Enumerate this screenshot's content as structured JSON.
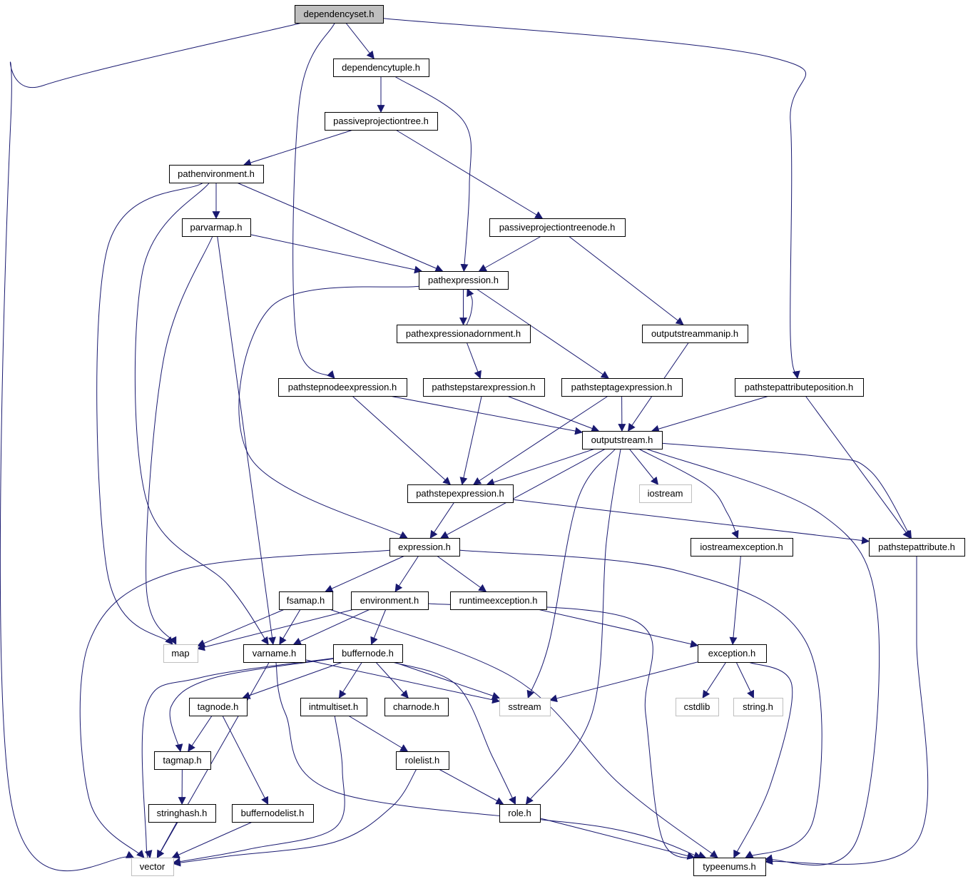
{
  "colors": {
    "edge": "#191970",
    "node_border": "#000000",
    "node_border_system": "#bfbfbf",
    "node_fill_root": "#bfbfbf",
    "node_fill": "#ffffff",
    "text": "#000000"
  },
  "nodes": [
    {
      "id": "dependencyset",
      "label": "dependencyset.h",
      "kind": "root"
    },
    {
      "id": "dependencytuple",
      "label": "dependencytuple.h",
      "kind": "header"
    },
    {
      "id": "passiveprojectiontree",
      "label": "passiveprojectiontree.h",
      "kind": "header"
    },
    {
      "id": "pathenvironment",
      "label": "pathenvironment.h",
      "kind": "header"
    },
    {
      "id": "parvarmap",
      "label": "parvarmap.h",
      "kind": "header"
    },
    {
      "id": "passiveprojectiontreenode",
      "label": "passiveprojectiontreenode.h",
      "kind": "header"
    },
    {
      "id": "pathexpression",
      "label": "pathexpression.h",
      "kind": "header"
    },
    {
      "id": "pathexpressionadornment",
      "label": "pathexpressionadornment.h",
      "kind": "header"
    },
    {
      "id": "outputstreammanip",
      "label": "outputstreammanip.h",
      "kind": "header"
    },
    {
      "id": "pathstepnodeexpression",
      "label": "pathstepnodeexpression.h",
      "kind": "header"
    },
    {
      "id": "pathstepstarexpression",
      "label": "pathstepstarexpression.h",
      "kind": "header"
    },
    {
      "id": "pathsteptagexpression",
      "label": "pathsteptagexpression.h",
      "kind": "header"
    },
    {
      "id": "pathstepattributeposition",
      "label": "pathstepattributeposition.h",
      "kind": "header"
    },
    {
      "id": "outputstream",
      "label": "outputstream.h",
      "kind": "header"
    },
    {
      "id": "pathstepexpression",
      "label": "pathstepexpression.h",
      "kind": "header"
    },
    {
      "id": "iostream",
      "label": "iostream",
      "kind": "system"
    },
    {
      "id": "expression",
      "label": "expression.h",
      "kind": "header"
    },
    {
      "id": "iostreamexception",
      "label": "iostreamexception.h",
      "kind": "header"
    },
    {
      "id": "pathstepattribute",
      "label": "pathstepattribute.h",
      "kind": "header"
    },
    {
      "id": "fsamap",
      "label": "fsamap.h",
      "kind": "header"
    },
    {
      "id": "environment",
      "label": "environment.h",
      "kind": "header"
    },
    {
      "id": "runtimeexception",
      "label": "runtimeexception.h",
      "kind": "header"
    },
    {
      "id": "map",
      "label": "map",
      "kind": "system"
    },
    {
      "id": "varname",
      "label": "varname.h",
      "kind": "header"
    },
    {
      "id": "buffernode",
      "label": "buffernode.h",
      "kind": "header"
    },
    {
      "id": "exception",
      "label": "exception.h",
      "kind": "header"
    },
    {
      "id": "tagnode",
      "label": "tagnode.h",
      "kind": "header"
    },
    {
      "id": "intmultiset",
      "label": "intmultiset.h",
      "kind": "header"
    },
    {
      "id": "charnode",
      "label": "charnode.h",
      "kind": "header"
    },
    {
      "id": "sstream",
      "label": "sstream",
      "kind": "system"
    },
    {
      "id": "cstdlib",
      "label": "cstdlib",
      "kind": "system"
    },
    {
      "id": "string",
      "label": "string.h",
      "kind": "system"
    },
    {
      "id": "tagmap",
      "label": "tagmap.h",
      "kind": "header"
    },
    {
      "id": "rolelist",
      "label": "rolelist.h",
      "kind": "header"
    },
    {
      "id": "stringhash",
      "label": "stringhash.h",
      "kind": "header"
    },
    {
      "id": "buffernodelist",
      "label": "buffernodelist.h",
      "kind": "header"
    },
    {
      "id": "role",
      "label": "role.h",
      "kind": "header"
    },
    {
      "id": "vector",
      "label": "vector",
      "kind": "system"
    },
    {
      "id": "typeenums",
      "label": "typeenums.h",
      "kind": "header"
    }
  ],
  "edges": [
    [
      "dependencyset",
      "dependencytuple"
    ],
    [
      "dependencyset",
      "vector"
    ],
    [
      "dependencyset",
      "pathstepnodeexpression"
    ],
    [
      "dependencyset",
      "pathstepattributeposition"
    ],
    [
      "dependencytuple",
      "passiveprojectiontree"
    ],
    [
      "dependencytuple",
      "pathexpression"
    ],
    [
      "passiveprojectiontree",
      "pathenvironment"
    ],
    [
      "passiveprojectiontree",
      "passiveprojectiontreenode"
    ],
    [
      "pathenvironment",
      "parvarmap"
    ],
    [
      "pathenvironment",
      "map"
    ],
    [
      "pathenvironment",
      "varname"
    ],
    [
      "pathenvironment",
      "pathexpression"
    ],
    [
      "parvarmap",
      "pathexpression"
    ],
    [
      "parvarmap",
      "map"
    ],
    [
      "parvarmap",
      "varname"
    ],
    [
      "passiveprojectiontreenode",
      "pathexpression"
    ],
    [
      "passiveprojectiontreenode",
      "outputstreammanip"
    ],
    [
      "pathexpression",
      "pathexpressionadornment"
    ],
    [
      "pathexpressionadornment",
      "pathexpression"
    ],
    [
      "pathexpression",
      "pathsteptagexpression"
    ],
    [
      "pathexpression",
      "expression"
    ],
    [
      "pathexpressionadornment",
      "pathstepstarexpression"
    ],
    [
      "outputstreammanip",
      "outputstream"
    ],
    [
      "pathstepnodeexpression",
      "outputstream"
    ],
    [
      "pathstepnodeexpression",
      "pathstepexpression"
    ],
    [
      "pathstepstarexpression",
      "outputstream"
    ],
    [
      "pathstepstarexpression",
      "pathstepexpression"
    ],
    [
      "pathsteptagexpression",
      "outputstream"
    ],
    [
      "pathsteptagexpression",
      "pathstepexpression"
    ],
    [
      "pathstepattributeposition",
      "outputstream"
    ],
    [
      "pathstepattributeposition",
      "pathstepattribute"
    ],
    [
      "outputstream",
      "pathstepexpression"
    ],
    [
      "outputstream",
      "iostream"
    ],
    [
      "outputstream",
      "expression"
    ],
    [
      "outputstream",
      "iostreamexception"
    ],
    [
      "outputstream",
      "pathstepattribute"
    ],
    [
      "outputstream",
      "sstream"
    ],
    [
      "outputstream",
      "role"
    ],
    [
      "outputstream",
      "typeenums"
    ],
    [
      "pathstepexpression",
      "expression"
    ],
    [
      "pathstepexpression",
      "pathstepattribute"
    ],
    [
      "expression",
      "fsamap"
    ],
    [
      "expression",
      "environment"
    ],
    [
      "expression",
      "runtimeexception"
    ],
    [
      "expression",
      "vector"
    ],
    [
      "expression",
      "typeenums"
    ],
    [
      "iostreamexception",
      "exception"
    ],
    [
      "pathstepattribute",
      "typeenums"
    ],
    [
      "fsamap",
      "map"
    ],
    [
      "fsamap",
      "varname"
    ],
    [
      "fsamap",
      "typeenums"
    ],
    [
      "environment",
      "map"
    ],
    [
      "environment",
      "varname"
    ],
    [
      "environment",
      "buffernode"
    ],
    [
      "environment",
      "typeenums"
    ],
    [
      "runtimeexception",
      "exception"
    ],
    [
      "varname",
      "vector"
    ],
    [
      "varname",
      "sstream"
    ],
    [
      "varname",
      "typeenums"
    ],
    [
      "buffernode",
      "tagnode"
    ],
    [
      "buffernode",
      "intmultiset"
    ],
    [
      "buffernode",
      "charnode"
    ],
    [
      "buffernode",
      "sstream"
    ],
    [
      "buffernode",
      "tagmap"
    ],
    [
      "buffernode",
      "vector"
    ],
    [
      "buffernode",
      "role"
    ],
    [
      "exception",
      "sstream"
    ],
    [
      "exception",
      "cstdlib"
    ],
    [
      "exception",
      "string"
    ],
    [
      "exception",
      "typeenums"
    ],
    [
      "tagnode",
      "tagmap"
    ],
    [
      "tagnode",
      "buffernodelist"
    ],
    [
      "intmultiset",
      "rolelist"
    ],
    [
      "intmultiset",
      "vector"
    ],
    [
      "tagmap",
      "stringhash"
    ],
    [
      "rolelist",
      "role"
    ],
    [
      "rolelist",
      "vector"
    ],
    [
      "stringhash",
      "vector"
    ],
    [
      "buffernodelist",
      "vector"
    ],
    [
      "role",
      "typeenums"
    ]
  ]
}
